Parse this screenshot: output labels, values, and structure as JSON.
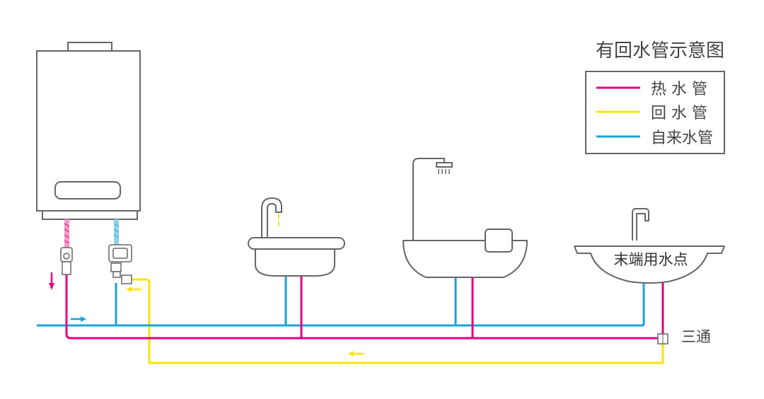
{
  "title": "有回水管示意图",
  "legend": {
    "items": [
      {
        "label": "热 水 管",
        "color": "#e5007f"
      },
      {
        "label": "回 水 管",
        "color": "#f7e600"
      },
      {
        "label": "自来水管",
        "color": "#1aa3d9"
      }
    ]
  },
  "labels": {
    "end_point": "末端用水点",
    "tee": "三通"
  },
  "colors": {
    "hot": "#e5007f",
    "return": "#f7e600",
    "cold": "#1aa3d9",
    "outline": "#666666",
    "fill": "#ffffff"
  },
  "icons": [
    "water-heater-icon",
    "washbasin-icon",
    "bathtub-icon",
    "kitchen-sink-icon",
    "pump-icon",
    "arrow-icon"
  ]
}
